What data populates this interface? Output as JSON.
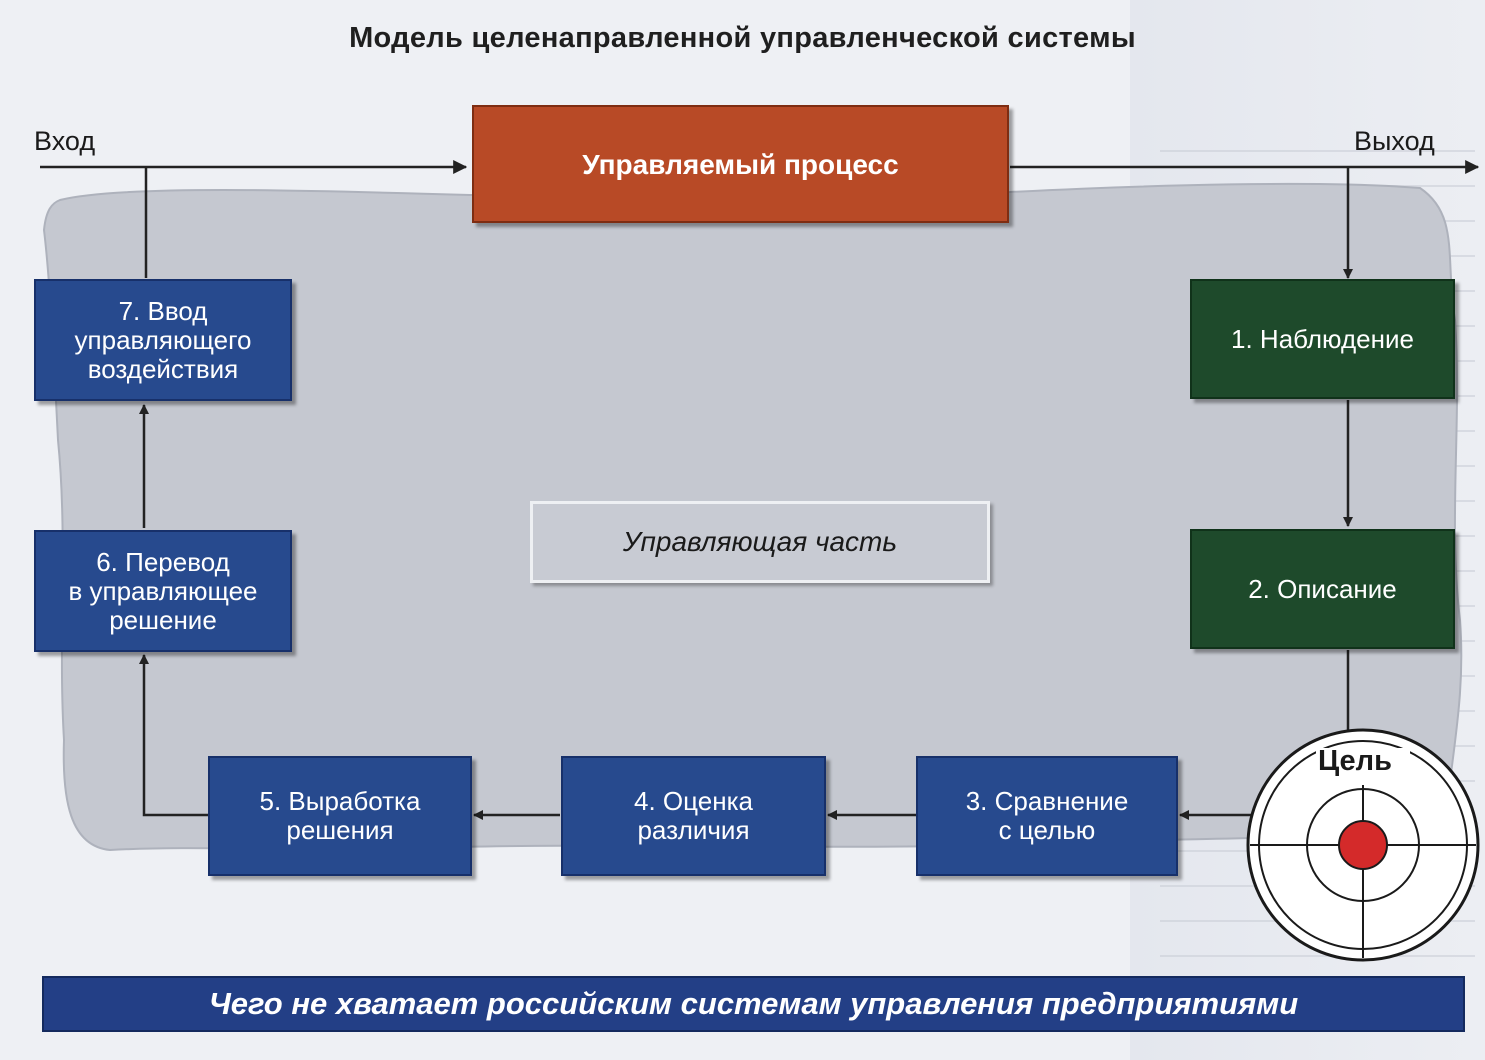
{
  "title": "Модель целенаправленной управленческой системы",
  "input_label": "Вход",
  "output_label": "Выход",
  "process": {
    "label": "Управляемый процесс"
  },
  "control_part": {
    "label": "Управляющая часть"
  },
  "steps": [
    {
      "n": 1,
      "label": "1. Наблюдение"
    },
    {
      "n": 2,
      "label": "2. Описание"
    },
    {
      "n": 3,
      "lines": [
        "3. Сравнение",
        "с целью"
      ]
    },
    {
      "n": 4,
      "lines": [
        "4. Оценка",
        "различия"
      ]
    },
    {
      "n": 5,
      "lines": [
        "5. Выработка",
        "решения"
      ]
    },
    {
      "n": 6,
      "lines": [
        "6. Перевод",
        "в управляющее",
        "решение"
      ]
    },
    {
      "n": 7,
      "lines": [
        "7. Ввод",
        "управляющего",
        "воздействия"
      ]
    }
  ],
  "goal": {
    "label": "Цель"
  },
  "banner": {
    "text": "Чего не хватает российским системам управления предприятиями"
  },
  "colors": {
    "process": "#b84a26",
    "step_blue": "#274a8e",
    "step_green": "#1e4a2b",
    "blob": "#c5c8d0",
    "banner": "#233f86",
    "target_center": "#d42a2a"
  }
}
